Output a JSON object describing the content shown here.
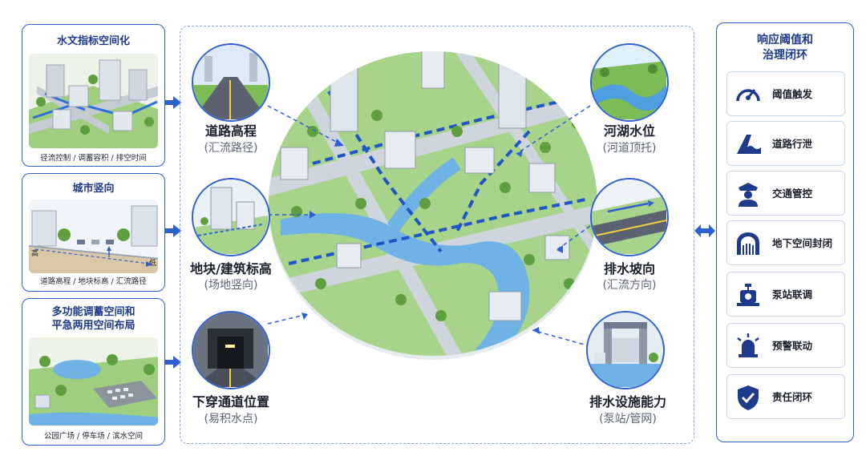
{
  "left_panels": [
    {
      "title": "水文指标空间化",
      "caption": "径流控制 / 调蓄容积 / 排空时间"
    },
    {
      "title": "城市竖向",
      "caption": "道路高程 / 地块标高 / 汇流路径",
      "high_label": "高",
      "low_label": "低"
    },
    {
      "title": "多功能调蓄空间和\n平急两用空间布局",
      "caption": "公园广场 / 停车场 / 滨水空间"
    }
  ],
  "center_nodes": [
    {
      "label": "道路高程",
      "sub": "(汇流路径)"
    },
    {
      "label": "地块/建筑标高",
      "sub": "(场地竖向)"
    },
    {
      "label": "下穿通道位置",
      "sub": "(易积水点)"
    },
    {
      "label": "河湖水位",
      "sub": "(河道顶托)"
    },
    {
      "label": "排水坡向",
      "sub": "(汇流方向)"
    },
    {
      "label": "排水设施能力",
      "sub": "(泵站/管网)"
    }
  ],
  "right_panel": {
    "title": "响应阈值和\n治理闭环",
    "items": [
      {
        "label": "阈值触发",
        "icon": "gauge-icon"
      },
      {
        "label": "道路行泄",
        "icon": "road-flood-icon"
      },
      {
        "label": "交通管控",
        "icon": "traffic-police-icon"
      },
      {
        "label": "地下空间封闭",
        "icon": "tunnel-gate-icon"
      },
      {
        "label": "泵站联调",
        "icon": "pump-icon"
      },
      {
        "label": "预警联动",
        "icon": "alarm-light-icon"
      },
      {
        "label": "责任闭环",
        "icon": "shield-check-icon"
      }
    ]
  },
  "colors": {
    "accent": "#2e5fd3",
    "title": "#1e3a8a",
    "water": "#6fb3e6",
    "green": "#7dbb57"
  }
}
